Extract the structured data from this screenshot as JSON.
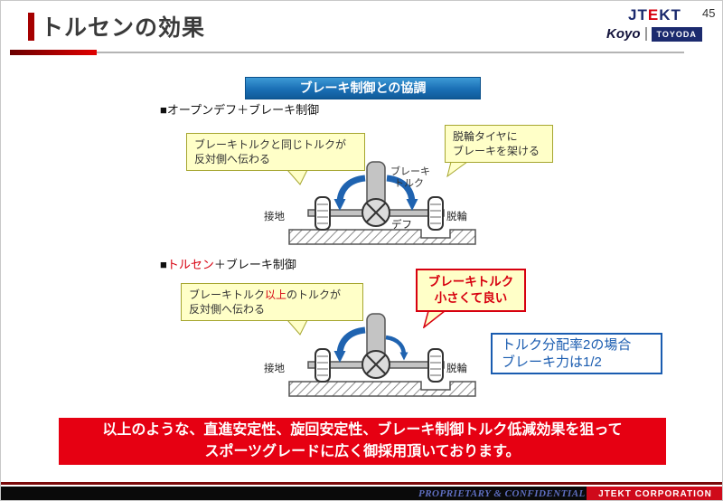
{
  "slide": {
    "title": "トルセンの効果",
    "page_number": "45"
  },
  "logos": {
    "jtekt_jt": "JT",
    "jtekt_e": "E",
    "jtekt_kt": "KT",
    "koyo": "Koyo",
    "toyoda": "TOYODA"
  },
  "banner": {
    "label": "ブレーキ制御との協調"
  },
  "open_diff_section": {
    "heading": "■オープンデフ＋ブレーキ制御",
    "callout_left": {
      "line1": "ブレーキトルクと同じトルクが",
      "line2": "反対側へ伝わる"
    },
    "callout_right": {
      "line1": "脱輪タイヤに",
      "line2": "ブレーキを架ける"
    },
    "diagram": {
      "brake_torque_line1": "ブレーキ",
      "brake_torque_line2": "トルク",
      "label_grounded": "接地",
      "label_diff": "デフ",
      "label_slipped": "脱輪"
    }
  },
  "torsen_section": {
    "heading_bullet": "■",
    "heading_torsen": "トルセン",
    "heading_rest": "＋ブレーキ制御",
    "callout_left": {
      "line1_pre": "ブレーキトルク",
      "line1_emphasis": "以上",
      "line1_post": "のトルクが",
      "line2": "反対側へ伝わる"
    },
    "callout_brake_small": {
      "line1": "ブレーキトルク",
      "line2": "小さくて良い"
    },
    "note_box": {
      "line1": "トルク分配率2の場合",
      "line2": "ブレーキ力は1/2"
    },
    "diagram": {
      "label_grounded": "接地",
      "label_slipped": "脱輪"
    }
  },
  "summary_banner": {
    "line1": "以上のような、直進安定性、旋回安定性、ブレーキ制御トルク低減効果を狙って",
    "line2": "スポーツグレードに広く御採用頂いております。"
  },
  "footer": {
    "confidential": "PROPRIETARY & CONFIDENTIAL",
    "corporation": "JTEKT  CORPORATION"
  },
  "colors": {
    "accent_red": "#d7000f",
    "banner_blue": "#1a6fb5",
    "callout_yellow": "#ffffc8",
    "arrow_blue": "#1f63b0",
    "note_blue": "#1a5cb0",
    "summary_red": "#e60012"
  }
}
